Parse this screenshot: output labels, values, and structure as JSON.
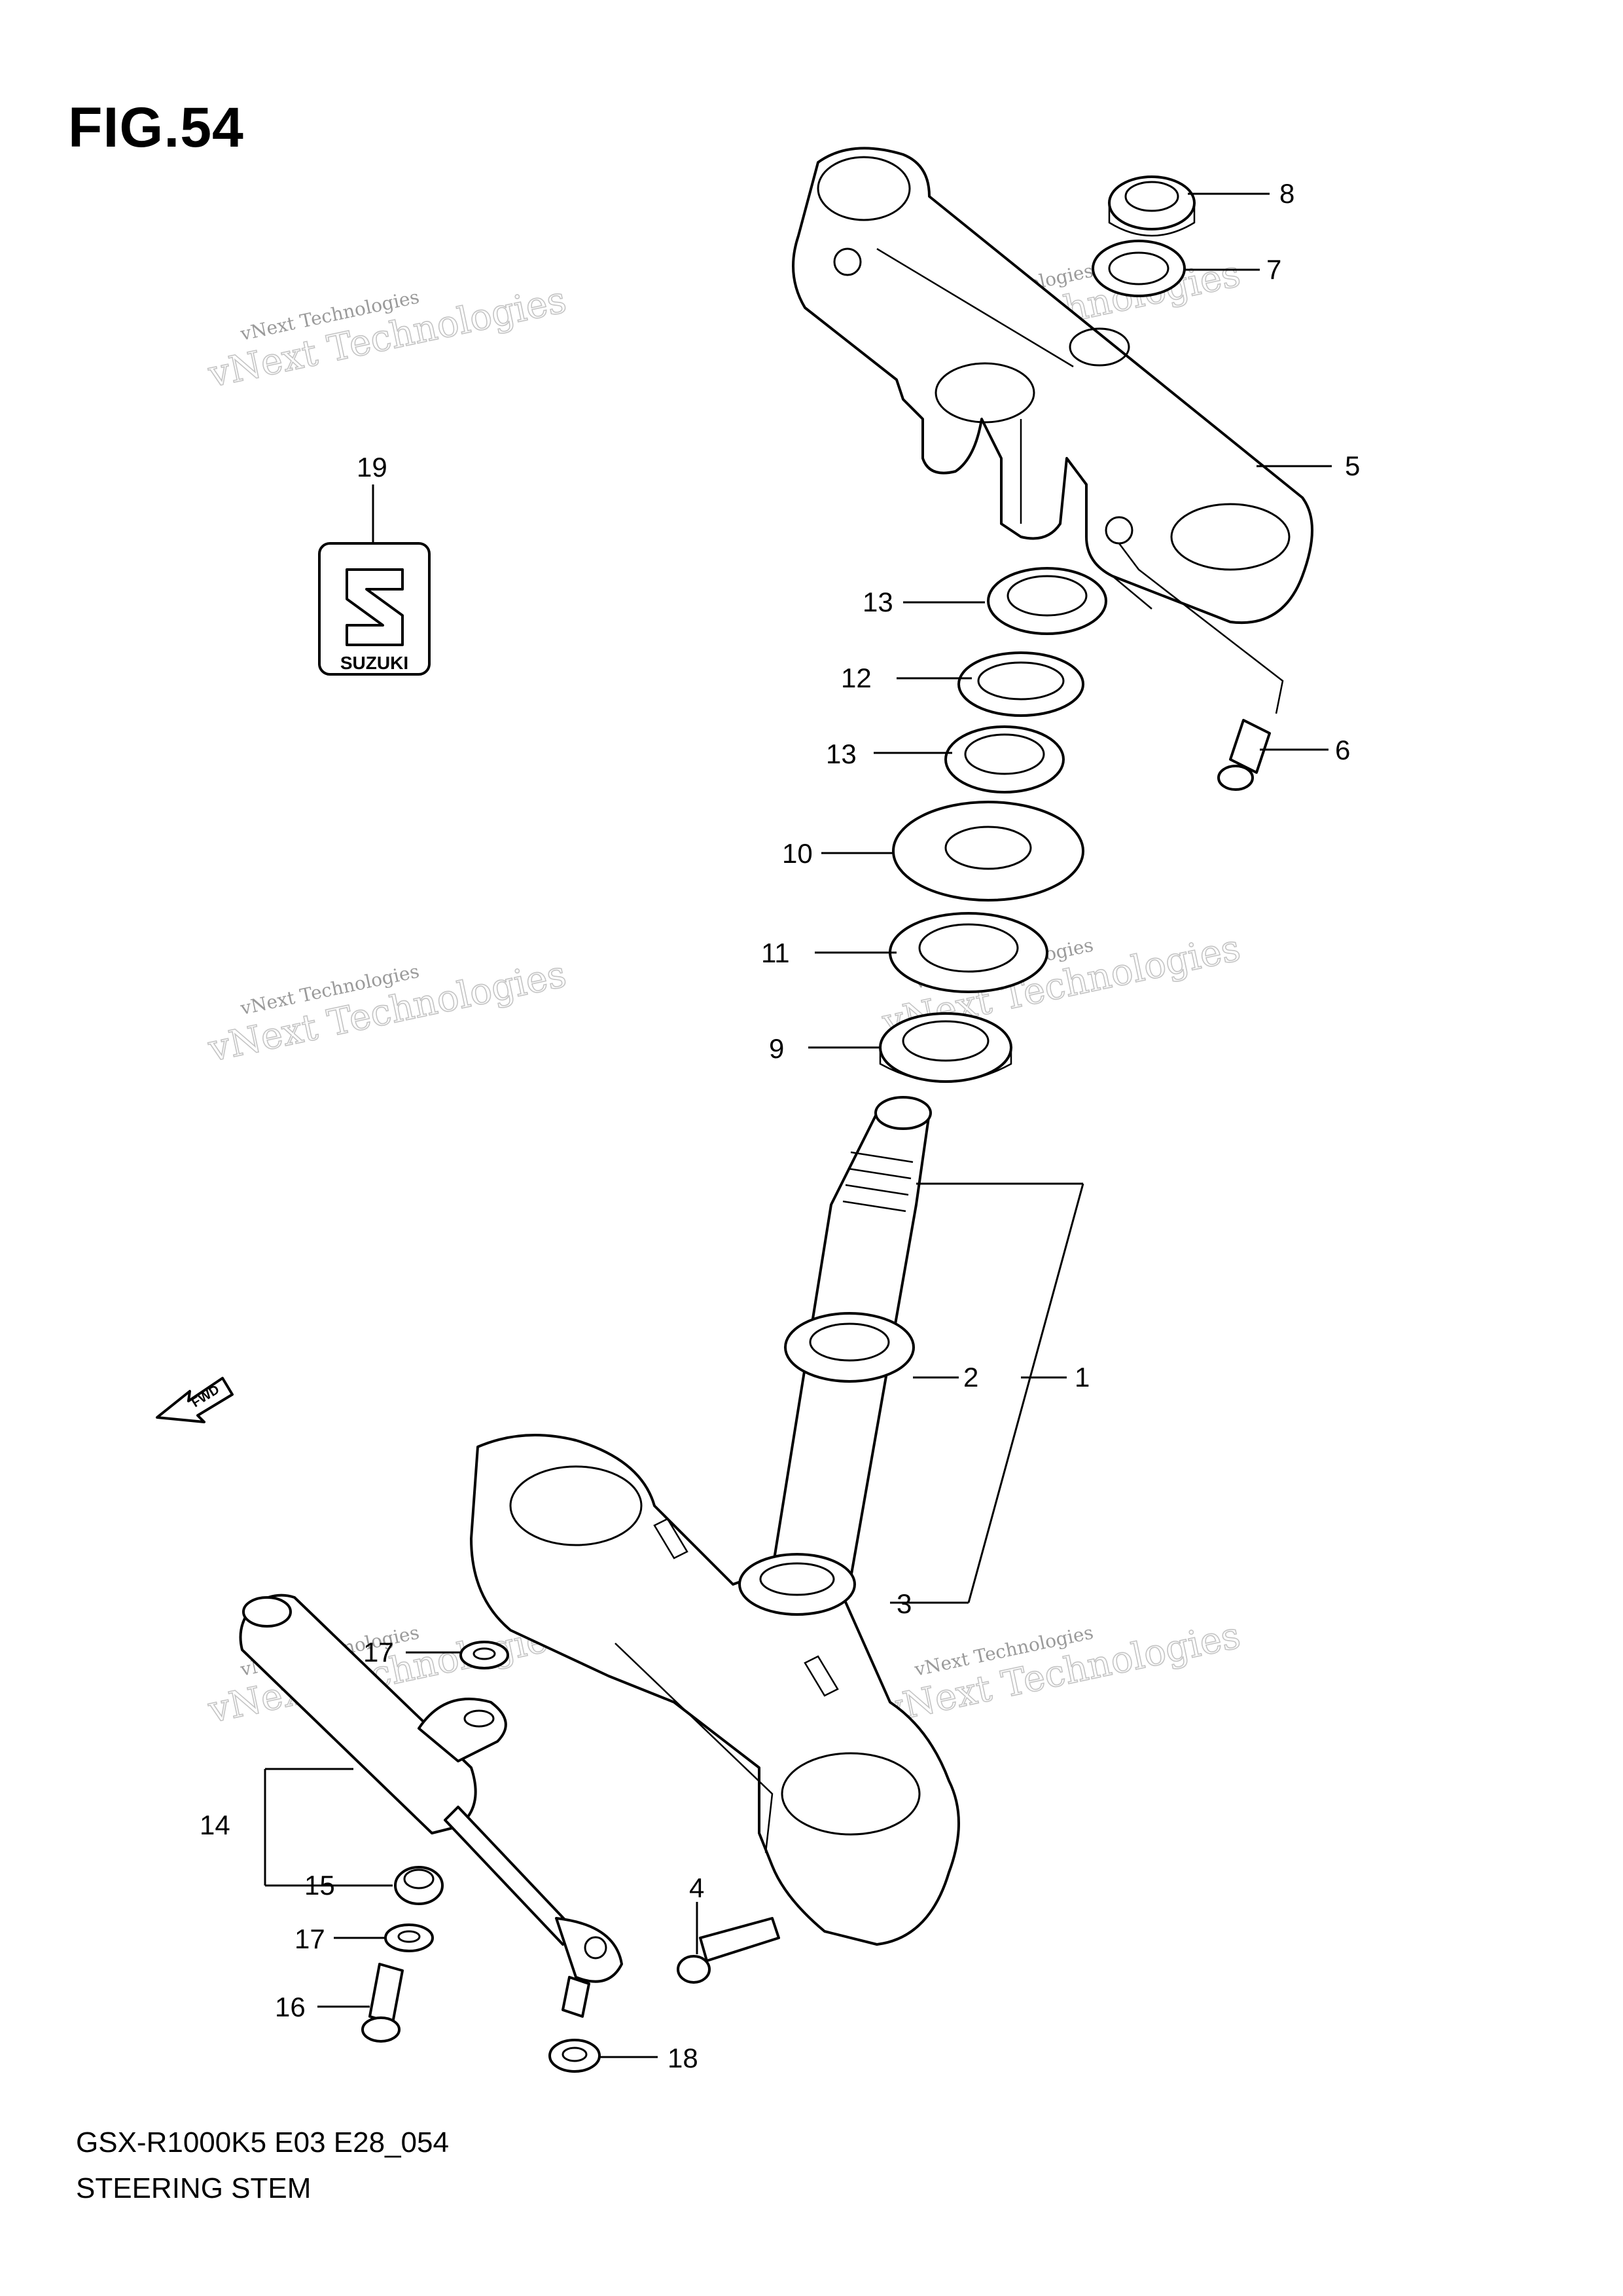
{
  "figure": {
    "title": "FIG.54",
    "model_code": "GSX-R1000K5 E03 E28_054",
    "assembly_name": "STEERING STEM"
  },
  "logo": {
    "brand_text": "SUZUKI"
  },
  "fwd_arrow": {
    "label": "FWD"
  },
  "watermark": {
    "line1": "vNext Technologies",
    "line2": "vNext Technologies"
  },
  "callouts": {
    "c1": "1",
    "c2": "2",
    "c3": "3",
    "c4": "4",
    "c5": "5",
    "c6": "6",
    "c7": "7",
    "c8": "8",
    "c9": "9",
    "c10": "10",
    "c11": "11",
    "c12": "12",
    "c13a": "13",
    "c13b": "13",
    "c14": "14",
    "c15": "15",
    "c16": "16",
    "c17a": "17",
    "c17b": "17",
    "c18": "18",
    "c19": "19"
  }
}
